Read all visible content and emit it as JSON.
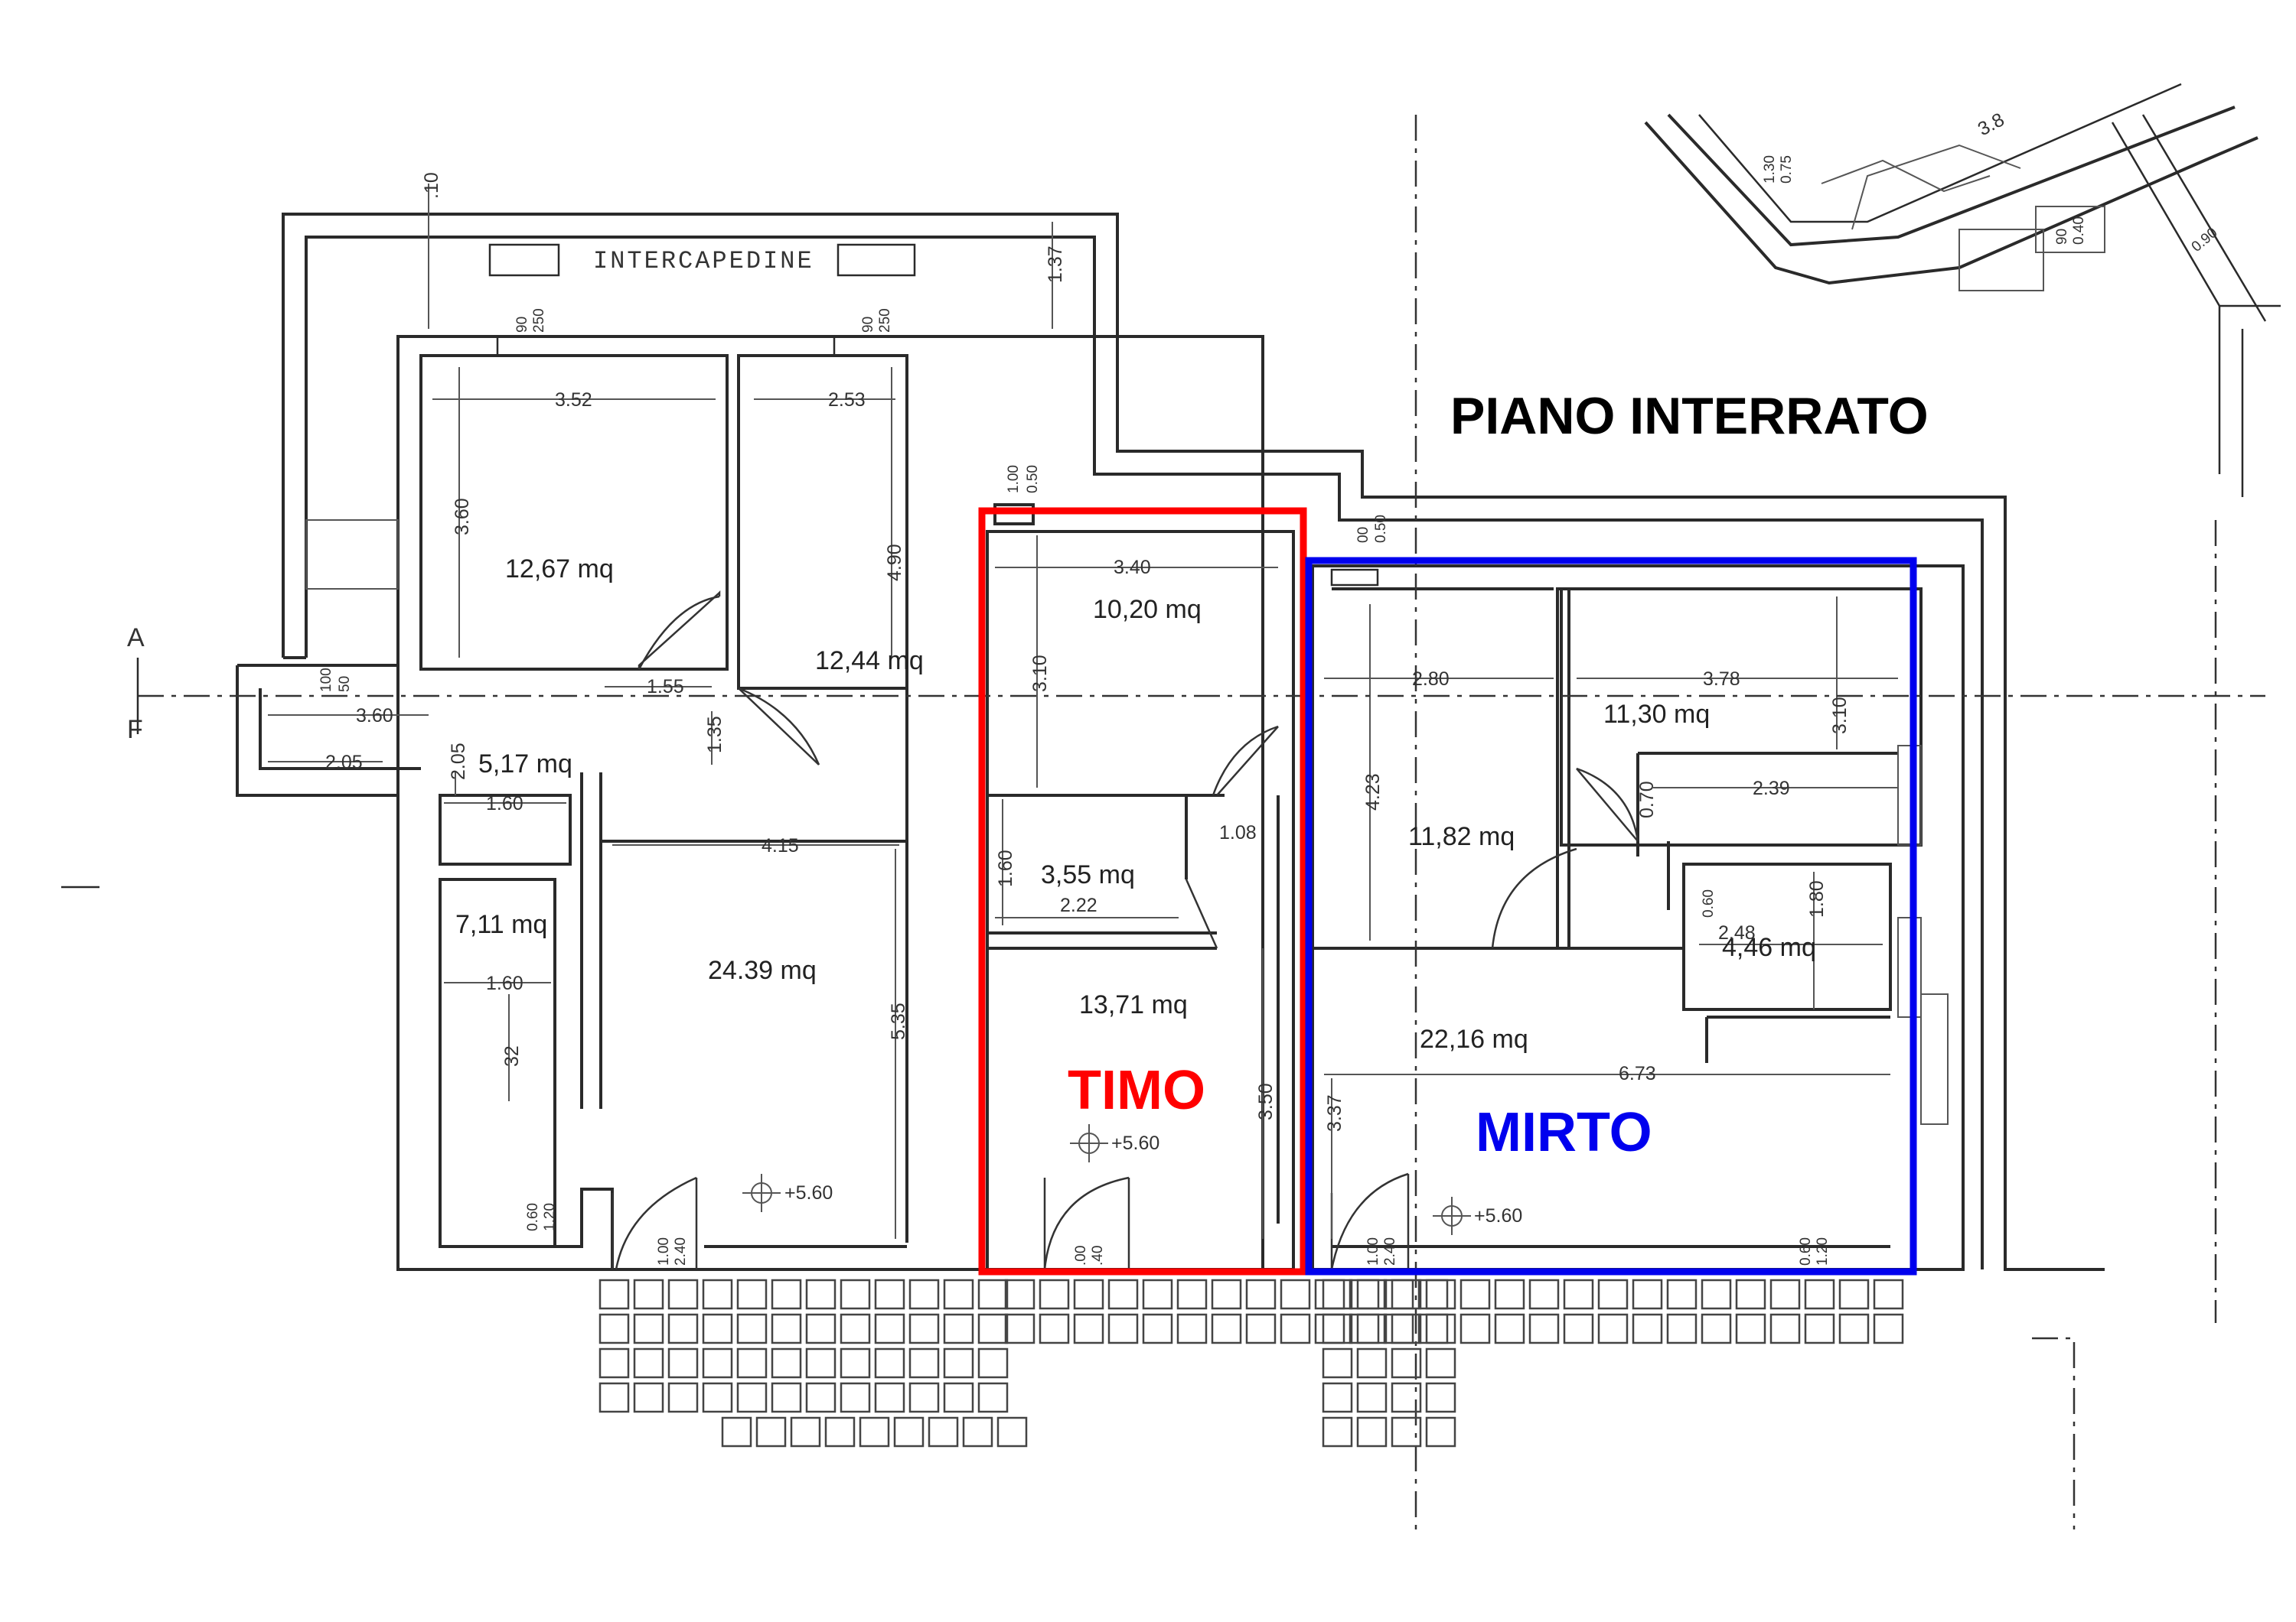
{
  "title": "PIANO INTERRATO",
  "section_marks": {
    "top": "A",
    "bottom": "F"
  },
  "intercapedine": "INTERCAPEDINE",
  "units": [
    {
      "name": "TIMO",
      "color": "#ff0000"
    },
    {
      "name": "MIRTO",
      "color": "#0000ee"
    }
  ],
  "rooms": {
    "r1": "12,67 mq",
    "r2": "12,44 mq",
    "r3": "5,17 mq",
    "r4": "7,11 mq",
    "r5": "24.39 mq",
    "r6": "10,20 mq",
    "r7": "3,55 mq",
    "r8": "13,71 mq",
    "r9": "11,30 mq",
    "r10": "11,82 mq",
    "r11": "4,46 mq",
    "r12": "22,16 mq"
  },
  "levels": {
    "l1": "+5.60",
    "l2": "+5.60",
    "l3": "+5.60"
  },
  "dims": {
    "d1": "3.52",
    "d2": "2.53",
    "d3": "3.60",
    "d4": "4.90",
    "d5": "1.37",
    "d6": ".10",
    "d7": "1.55",
    "d8": "1.35",
    "d9": "3.60",
    "d10": "2.05",
    "d11": "2.05",
    "d12": "1.60",
    "d13": "4.15",
    "d14": "1.60",
    "d15": "32",
    "d16": "5.35",
    "d17": "3.40",
    "d18": "3.10",
    "d19": "1.60",
    "d20": "2.22",
    "d21": "1.08",
    "d22": "3.50",
    "d23": "2.80",
    "d24": "3.78",
    "d25": "3.10",
    "d26": "4.23",
    "d27": "2.39",
    "d28": "0.70",
    "d29": "2.48",
    "d30": "1.80",
    "d31": "0.60",
    "d32": "6.73",
    "d33": "3.37",
    "d34": "3.8",
    "w1": "90",
    "w2": "250",
    "w3": "90",
    "w4": "250",
    "w5": "1.00",
    "w6": "0.50",
    "w7": "100",
    "w8": "50",
    "w9": "00",
    "w10": "0.50",
    "w11": "0.60",
    "w12": "1.20",
    "w13": "1.00",
    "w14": "2.40",
    "w15": ".00",
    "w16": ".40",
    "w17": "1.00",
    "w18": "2.40",
    "w19": "0.60",
    "w20": "1.20",
    "w21": "1.30",
    "w22": "0.75",
    "w23": "90",
    "w24": "0.40",
    "w25": "0.90"
  }
}
